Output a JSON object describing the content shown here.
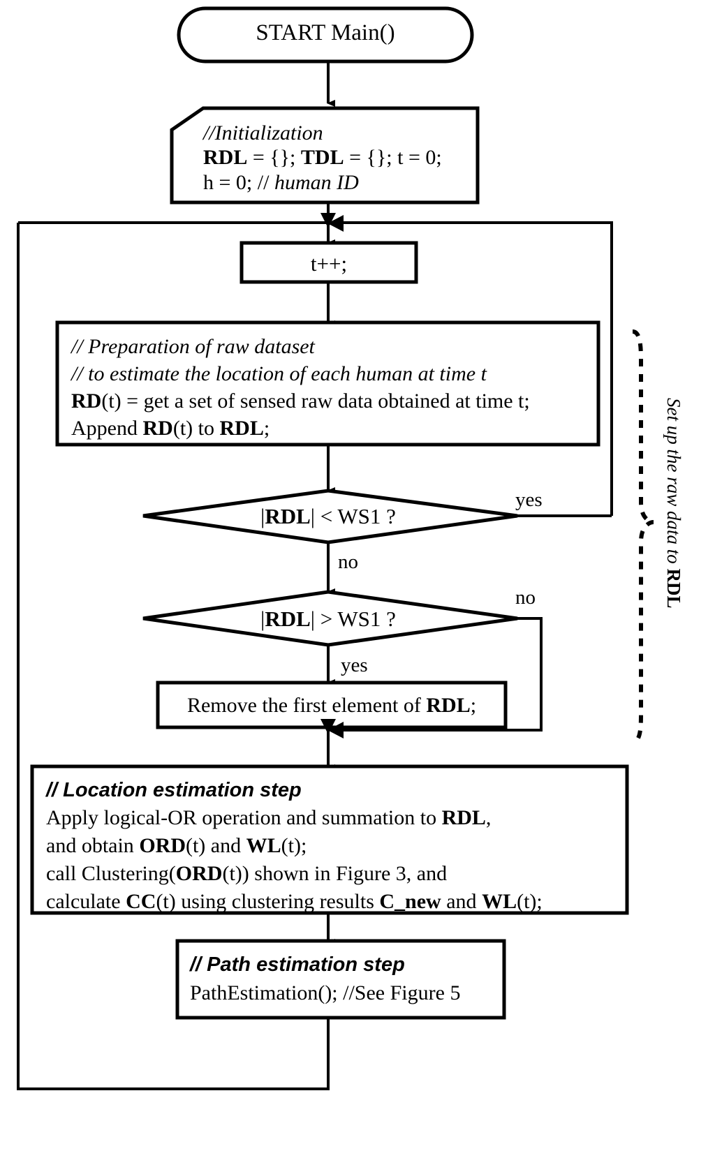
{
  "diagram": {
    "type": "flowchart",
    "title_node": "START Main()",
    "nodes": {
      "start": {
        "shape": "stadium",
        "label": "START Main()"
      },
      "init": {
        "shape": "cut-corner-box",
        "lines": [
          {
            "segments": [
              {
                "text": "//Initialization",
                "style": "italic"
              }
            ]
          },
          {
            "segments": [
              {
                "text": "RDL",
                "style": "bold"
              },
              {
                "text": " = {}; ",
                "style": "normal"
              },
              {
                "text": "TDL",
                "style": "bold"
              },
              {
                "text": " = {}; t = 0;",
                "style": "normal"
              }
            ]
          },
          {
            "segments": [
              {
                "text": "h = 0; // ",
                "style": "normal"
              },
              {
                "text": "human ID",
                "style": "italic"
              }
            ]
          }
        ]
      },
      "increment": {
        "shape": "box",
        "label": "t++;"
      },
      "prepare": {
        "shape": "box",
        "lines": [
          {
            "segments": [
              {
                "text": "// Preparation of raw dataset",
                "style": "italic"
              }
            ]
          },
          {
            "segments": [
              {
                "text": "// to estimate the location of each human at time t",
                "style": "italic"
              }
            ]
          },
          {
            "segments": [
              {
                "text": "RD",
                "style": "bold"
              },
              {
                "text": "(t) = get a set of sensed raw data obtained at time t;",
                "style": "normal"
              }
            ]
          },
          {
            "segments": [
              {
                "text": "Append ",
                "style": "normal"
              },
              {
                "text": "RD",
                "style": "bold"
              },
              {
                "text": "(t) to ",
                "style": "normal"
              },
              {
                "text": "RDL",
                "style": "bold"
              },
              {
                "text": ";",
                "style": "normal"
              }
            ]
          }
        ]
      },
      "decision1": {
        "shape": "diamond",
        "segments": [
          {
            "text": "|",
            "style": "normal"
          },
          {
            "text": "RDL",
            "style": "bold"
          },
          {
            "text": "| < WS1 ?",
            "style": "normal"
          }
        ],
        "plain": "|RDL| < WS1 ?"
      },
      "decision2": {
        "shape": "diamond",
        "segments": [
          {
            "text": "|",
            "style": "normal"
          },
          {
            "text": "RDL",
            "style": "bold"
          },
          {
            "text": "| > WS1 ?",
            "style": "normal"
          }
        ],
        "plain": "|RDL| > WS1 ?"
      },
      "remove": {
        "shape": "box",
        "segments": [
          {
            "text": "Remove the first element of ",
            "style": "normal"
          },
          {
            "text": "RDL",
            "style": "bold"
          },
          {
            "text": ";",
            "style": "normal"
          }
        ],
        "plain": "Remove the first element of RDL;"
      },
      "location_step": {
        "shape": "box",
        "lines": [
          {
            "segments": [
              {
                "text": "// Location estimation step",
                "style": "sans-bold-italic"
              }
            ]
          },
          {
            "segments": [
              {
                "text": "Apply logical-OR operation and summation to ",
                "style": "normal"
              },
              {
                "text": "RDL",
                "style": "bold"
              },
              {
                "text": ",",
                "style": "normal"
              }
            ]
          },
          {
            "segments": [
              {
                "text": "and obtain ",
                "style": "normal"
              },
              {
                "text": "ORD",
                "style": "bold"
              },
              {
                "text": "(t) and ",
                "style": "normal"
              },
              {
                "text": "WL",
                "style": "bold"
              },
              {
                "text": "(t);",
                "style": "normal"
              }
            ]
          },
          {
            "segments": [
              {
                "text": "call Clustering(",
                "style": "normal"
              },
              {
                "text": "ORD",
                "style": "bold"
              },
              {
                "text": "(t)) shown in Figure 3, and",
                "style": "normal"
              }
            ]
          },
          {
            "segments": [
              {
                "text": "calculate ",
                "style": "normal"
              },
              {
                "text": "CC",
                "style": "bold"
              },
              {
                "text": "(t) using clustering results ",
                "style": "normal"
              },
              {
                "text": "C_new",
                "style": "bold"
              },
              {
                "text": " and ",
                "style": "normal"
              },
              {
                "text": "WL",
                "style": "bold"
              },
              {
                "text": "(t);",
                "style": "normal"
              }
            ]
          }
        ]
      },
      "path_step": {
        "shape": "box",
        "lines": [
          {
            "segments": [
              {
                "text": "// Path estimation step",
                "style": "sans-bold-italic"
              }
            ]
          },
          {
            "segments": [
              {
                "text": "PathEstimation(); //See Figure 5",
                "style": "normal"
              }
            ]
          }
        ]
      }
    },
    "edge_labels": {
      "d1_yes": "yes",
      "d1_no": "no",
      "d2_no": "no",
      "d2_yes": "yes"
    },
    "annotation": {
      "brace_label_plain": "Set up the raw data to RDL",
      "brace_label_segments": [
        {
          "text": "Set up the raw data to ",
          "style": "italic"
        },
        {
          "text": "RDL",
          "style": "bold"
        }
      ]
    },
    "colors": {
      "stroke": "#000000",
      "fill": "#ffffff",
      "text": "#000000"
    }
  }
}
